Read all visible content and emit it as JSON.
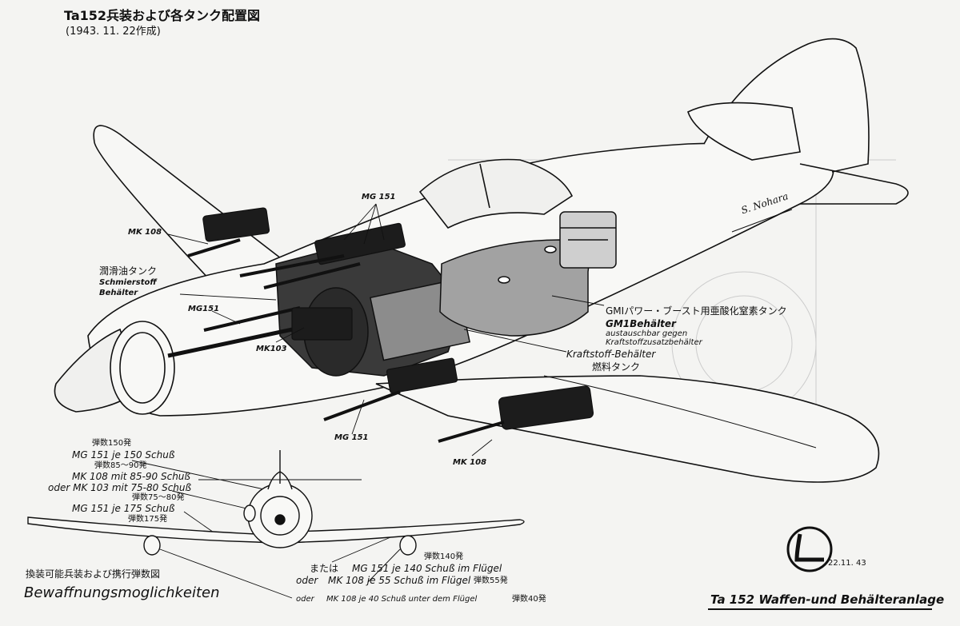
{
  "header": {
    "title": "Ta152兵装および各タンク配置図",
    "subtitle": "(1943. 11. 22作成)"
  },
  "callouts": {
    "mg151_top": "MG 151",
    "mk108_left": "MK 108",
    "oil_tank_jp": "潤滑油タンク",
    "oil_tank_de_1": "Schmierstoff",
    "oil_tank_de_2": "Behälter",
    "mg151_left": "MG151",
    "mk103": "MK103",
    "mg151_bottom": "MG 151",
    "mk108_bottom": "MK 108",
    "gm1_jp": "GMIパワー・ブースト用亜酸化窒素タンク",
    "gm1_de_1": "GM1Behälter",
    "gm1_de_2": "austauschbar gegen",
    "gm1_de_3": "Kraftstoffzusatzbehälter",
    "fuel_de": "Kraftstoff-Behälter",
    "fuel_jp": "燃料タンク",
    "signature": "S. Nohara"
  },
  "armament": {
    "l1_jp": "弾数150発",
    "l1_de": "MG 151 je 150 Schuß",
    "l2_jp": "弾数85～90発",
    "l2_de": "MK 108 mit 85-90 Schuß",
    "l3_de": "oder MK 103 mit 75-80 Schuß",
    "l3_jp": "弾数75～80発",
    "l4_de": "MG 151 je 175 Schuß",
    "l4_jp": "弾数175発",
    "w1_jp": "弾数140発",
    "w1_prefix": "または",
    "w1_de": "MG 151 je 140 Schuß im Flügel",
    "w2_prefix": "oder",
    "w2_de": "MK 108 je 55 Schuß im Flügel",
    "w2_jp": "弾数55発",
    "w3_prefix": "oder",
    "w3_de": "MK 108 je 40 Schuß unter dem Flügel",
    "w3_jp": "弾数40発"
  },
  "footer": {
    "options_jp": "換装可能兵装および携行弾数図",
    "options_de": "Bewaffnungsmoglichkeiten",
    "date": "22.11. 43",
    "caption": "Ta 152 Waffen-und Behälteranlage"
  },
  "colors": {
    "ink": "#111111",
    "paper": "#f4f4f2",
    "part_fill": "#3a3a3a",
    "tank_fill": "#9a9a9a",
    "gun_fill": "#1c1c1c"
  },
  "icons": {
    "logo": "stylized-L-circle-icon"
  }
}
